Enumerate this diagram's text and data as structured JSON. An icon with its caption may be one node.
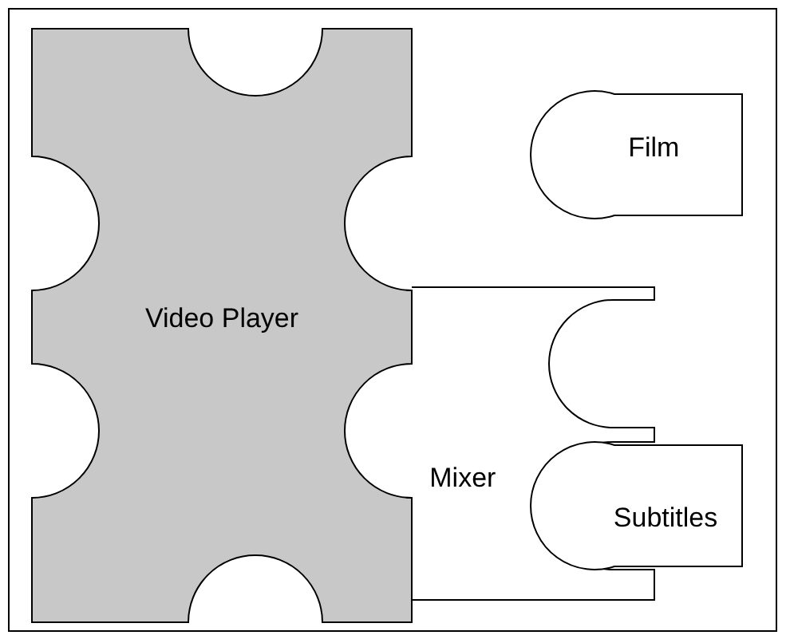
{
  "diagram": {
    "nodes": [
      {
        "text": [
          "Video Player"
        ]
      },
      {
        "text": [
          "Film"
        ]
      },
      {
        "text": [
          "Mixer"
        ]
      },
      {
        "text": [
          "Subtitles"
        ]
      }
    ]
  }
}
